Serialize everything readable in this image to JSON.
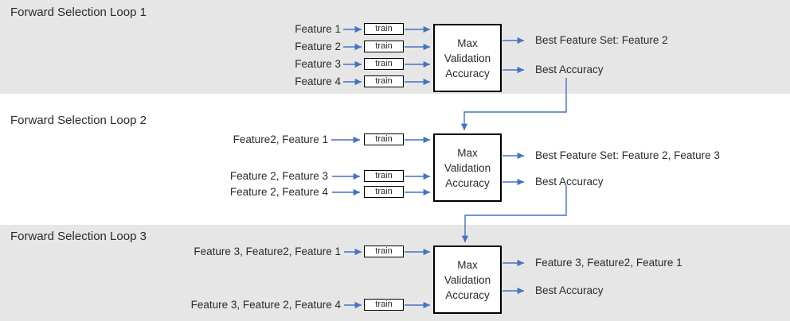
{
  "colors": {
    "band_background": "#e7e6e6",
    "arrow_blue": "#4472c4",
    "box_border": "#000000",
    "text": "#2b2b2b"
  },
  "train_label": "train",
  "max_box_lines": [
    "Max",
    "Validation",
    "Accuracy"
  ],
  "loops": [
    {
      "title": "Forward Selection Loop 1",
      "features": [
        "Feature 1",
        "Feature 2",
        "Feature 3",
        "Feature 4"
      ],
      "outputs": [
        "Best Feature Set: Feature 2",
        "Best Accuracy"
      ]
    },
    {
      "title": "Forward Selection Loop 2",
      "features": [
        "Feature2, Feature 1",
        "Feature 2, Feature 3",
        "Feature 2, Feature 4"
      ],
      "outputs": [
        "Best Feature Set: Feature 2, Feature 3",
        "Best Accuracy"
      ]
    },
    {
      "title": "Forward Selection Loop 3",
      "features": [
        "Feature 3, Feature2, Feature 1",
        "Feature 3, Feature 2, Feature 4"
      ],
      "outputs": [
        "Feature 3, Feature2, Feature 1",
        "Best Accuracy"
      ]
    }
  ]
}
